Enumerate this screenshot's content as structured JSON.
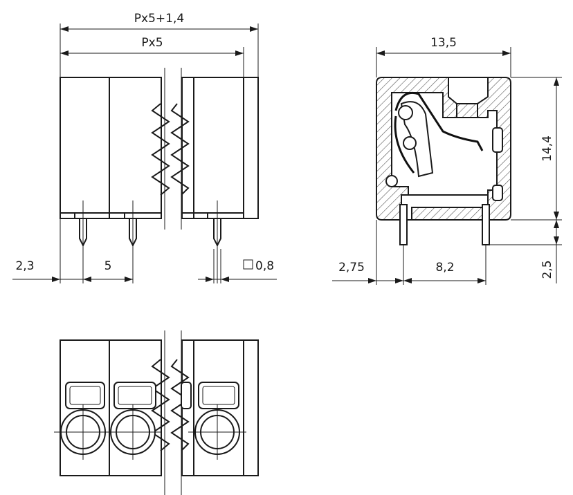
{
  "dimensions": {
    "total_width": "Px5+1,4",
    "pitch_width": "Px5",
    "depth": "13,5",
    "height": "14,4",
    "edge_offset": "2,3",
    "pitch": "5",
    "pin_size": "0,8",
    "side_offset": "2,75",
    "pin_spacing": "8,2",
    "pin_length": "2,5"
  },
  "symbols": {
    "square_pin": "square-symbol"
  }
}
